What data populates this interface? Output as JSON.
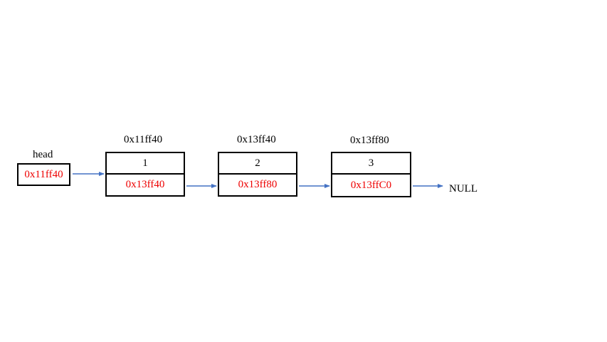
{
  "head": {
    "label": "head",
    "value": "0x11ff40"
  },
  "nodes": [
    {
      "address": "0x11ff40",
      "data": "1",
      "next": "0x13ff40"
    },
    {
      "address": "0x13ff40",
      "data": "2",
      "next": "0x13ff80"
    },
    {
      "address": "0x13ff80",
      "data": "3",
      "next": "0x13ffC0"
    }
  ],
  "terminator": "NULL",
  "colors": {
    "pointer_text": "#ee0000",
    "arrow": "#4472c4",
    "border": "#000000"
  }
}
